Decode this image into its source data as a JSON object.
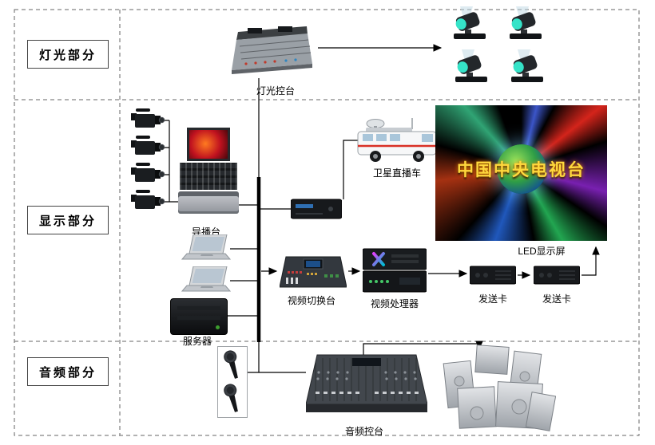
{
  "diagram": {
    "sections": [
      {
        "id": "lighting",
        "label": "灯光部分"
      },
      {
        "id": "display",
        "label": "显示部分"
      },
      {
        "id": "audio",
        "label": "音频部分"
      }
    ],
    "labels": {
      "lighting_console": "灯光控台",
      "director_console": "导播台",
      "satellite_van": "卫星直播车",
      "led_screen": "LED显示屏",
      "led_screen_text": "中国中央电视台",
      "server": "服务器",
      "video_switcher": "视频切换台",
      "video_processor": "视频处理器",
      "sending_card_1": "发送卡",
      "sending_card_2": "发送卡",
      "audio_console": "音频控台"
    },
    "colors": {
      "connector_line": "#000000",
      "led_text": "#ffd83d",
      "section_border": "#444444"
    }
  }
}
